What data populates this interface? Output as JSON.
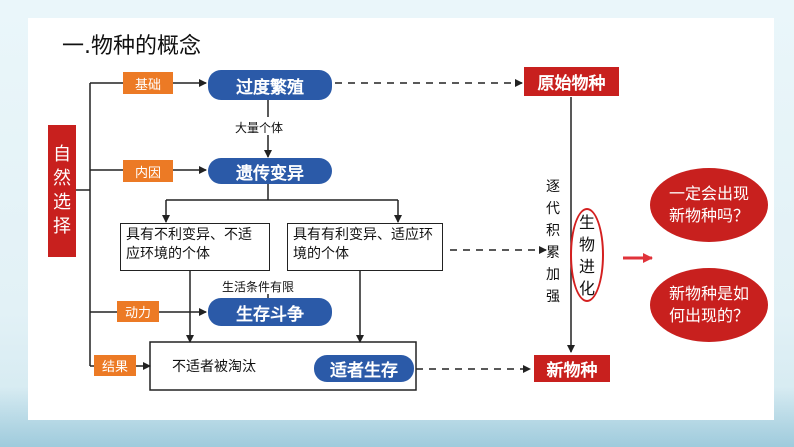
{
  "title": "一.物种的概念",
  "selection": "自然选择",
  "tags": {
    "basis": "基础",
    "internal": "内因",
    "driving": "动力",
    "result": "结果"
  },
  "blue_boxes": {
    "overbreeding": "过度繁殖",
    "variation": "遗传变异",
    "struggle": "生存斗争",
    "survival": "适者生存"
  },
  "labels": {
    "many_individuals": "大量个体",
    "limited_conditions": "生活条件有限"
  },
  "white_boxes": {
    "unfavorable": "具有不利变异、不适应环境的个体",
    "favorable": "具有有利变异、适应环境的个体",
    "eliminated": "不适者被淘汰"
  },
  "red_boxes": {
    "original": "原始物种",
    "new": "新物种"
  },
  "vertical": {
    "accumulation": "逐代积累加强",
    "evolution": "生物进化"
  },
  "bubbles": {
    "question1": "一定会出现新物种吗？",
    "question2": "新物种是如何出现的？"
  },
  "colors": {
    "blue": "#2b5aa8",
    "red": "#c8201e",
    "orange": "#ec7a25"
  }
}
